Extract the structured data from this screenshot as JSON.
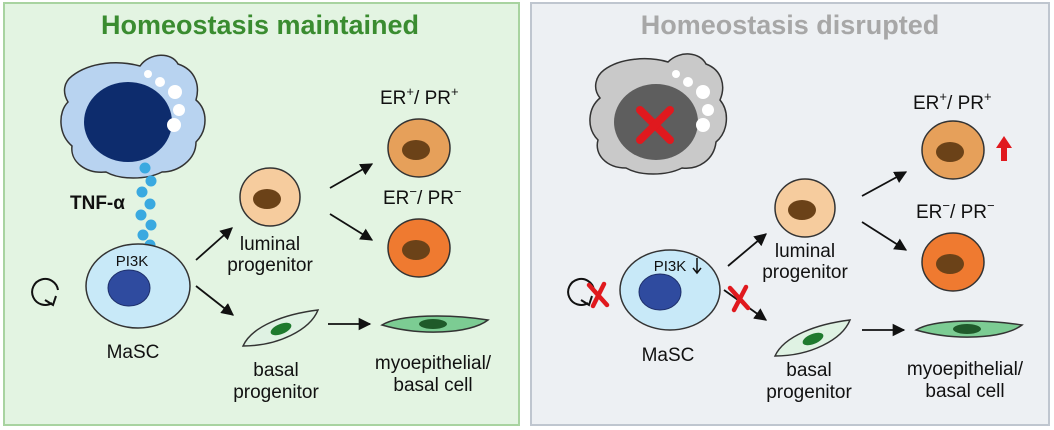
{
  "colors": {
    "left_bg": "#e3f4e2",
    "left_border": "#a8d3a0",
    "left_title": "#3a8c30",
    "right_bg": "#edf0f3",
    "right_border": "#bfc6cf",
    "right_title": "#a7a7a7",
    "tnf": "#3aa9e0",
    "block": "#e0191e"
  },
  "left": {
    "title": "Homeostasis maintained",
    "tnf_label": "TNF-α",
    "pi3k": "PI3K",
    "masc": "MaSC",
    "luminal_1": "luminal",
    "luminal_2": "progenitor",
    "basal_1": "basal",
    "basal_2": "progenitor",
    "myo_1": "myoepithelial/",
    "myo_2": "basal cell",
    "er_pos": {
      "er": "ER",
      "er_sup": "+",
      "sep": "/ ",
      "pr": "PR",
      "pr_sup": "+"
    },
    "er_neg": {
      "er": "ER",
      "er_sup": "−",
      "sep": "/ ",
      "pr": "PR",
      "pr_sup": "−"
    }
  },
  "right": {
    "title": "Homeostasis disrupted",
    "pi3k": "PI3K",
    "masc": "MaSC",
    "luminal_1": "luminal",
    "luminal_2": "progenitor",
    "basal_1": "basal",
    "basal_2": "progenitor",
    "myo_1": "myoepithelial/",
    "myo_2": "basal cell",
    "er_pos": {
      "er": "ER",
      "er_sup": "+",
      "sep": "/ ",
      "pr": "PR",
      "pr_sup": "+"
    },
    "er_neg": {
      "er": "ER",
      "er_sup": "−",
      "sep": "/ ",
      "pr": "PR",
      "pr_sup": "−"
    }
  },
  "icons": {
    "pi3k_down": "down-arrow-icon",
    "er_up": "up-arrow-icon",
    "inhibited": "red-x-icon",
    "self_renewal": "circular-arrow-icon"
  }
}
